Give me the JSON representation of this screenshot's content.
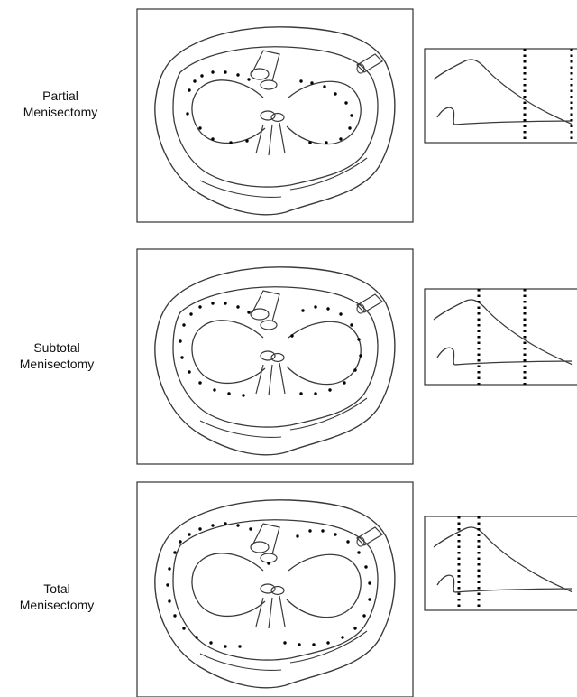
{
  "rows": [
    {
      "line1": "Partial",
      "line2": "Menisectomy"
    },
    {
      "line1": "Subtotal",
      "line2": "Menisectomy"
    },
    {
      "line1": "Total",
      "line2": "Menisectomy"
    }
  ],
  "colors": {
    "ink": "#3a3a3a",
    "dots": "#000000",
    "frame": "#333333"
  }
}
